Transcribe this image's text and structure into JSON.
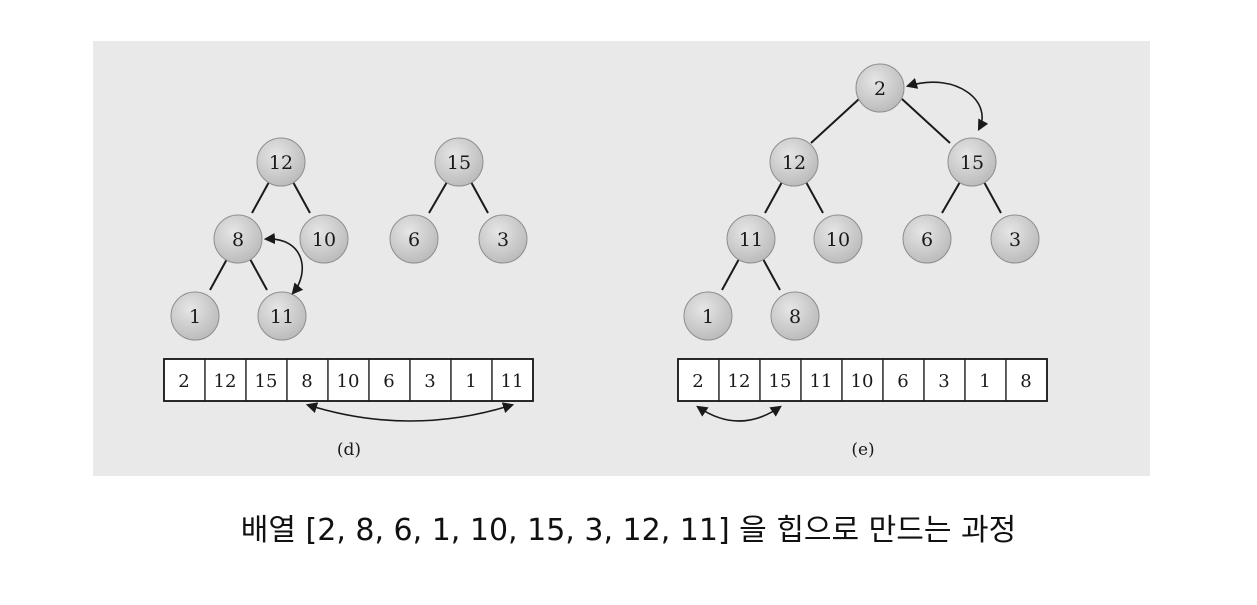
{
  "panels": [
    {
      "id": "d",
      "label": "(d)",
      "nodes": [
        "12",
        "8",
        "10",
        "1",
        "11",
        "15",
        "6",
        "3"
      ],
      "array": [
        "2",
        "12",
        "15",
        "8",
        "10",
        "6",
        "3",
        "1",
        "11"
      ]
    },
    {
      "id": "e",
      "label": "(e)",
      "nodes": [
        "2",
        "12",
        "15",
        "11",
        "10",
        "6",
        "3",
        "1",
        "8"
      ],
      "array": [
        "2",
        "12",
        "15",
        "11",
        "10",
        "6",
        "3",
        "1",
        "8"
      ]
    }
  ],
  "caption": "배열 [2, 8, 6, 1, 10, 15, 3, 12, 11] 을 힙으로 만드는 과정",
  "colors": {
    "node_fill": "#c8c8c8",
    "figure_background": "#e9e9e9"
  }
}
